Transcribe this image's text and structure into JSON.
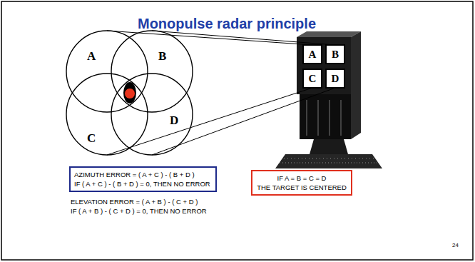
{
  "diagram": {
    "title": "Monopulse radar principle",
    "nodes": [
      {
        "text": [
          "A"
        ]
      },
      {
        "text": [
          "B"
        ]
      },
      {
        "text": [
          "C"
        ]
      },
      {
        "text": [
          "D"
        ]
      },
      {
        "text": [
          "A"
        ]
      },
      {
        "text": [
          "B"
        ]
      },
      {
        "text": [
          "C"
        ]
      },
      {
        "text": [
          "D"
        ]
      },
      {
        "text": [
          "AZIMUTH ERROR = ( A + C ) - ( B + D )",
          "IF ( A + C ) - ( B + D ) = 0, THEN NO ERROR"
        ]
      },
      {
        "text": [
          "IF A = B = C = D",
          "THE TARGET IS CENTERED"
        ]
      }
    ],
    "edges": [
      {
        "from": 0,
        "to": 4,
        "arrow": "none"
      },
      {
        "from": 1,
        "to": 5,
        "arrow": "none"
      },
      {
        "from": 2,
        "to": 6,
        "arrow": "none"
      },
      {
        "from": 3,
        "to": 7,
        "arrow": "none"
      }
    ],
    "labels": [
      "ELEVATION ERROR = ( A + B ) - ( C + D )",
      "IF ( A + B ) - ( C + D ) = 0, THEN NO ERROR",
      "24"
    ]
  }
}
